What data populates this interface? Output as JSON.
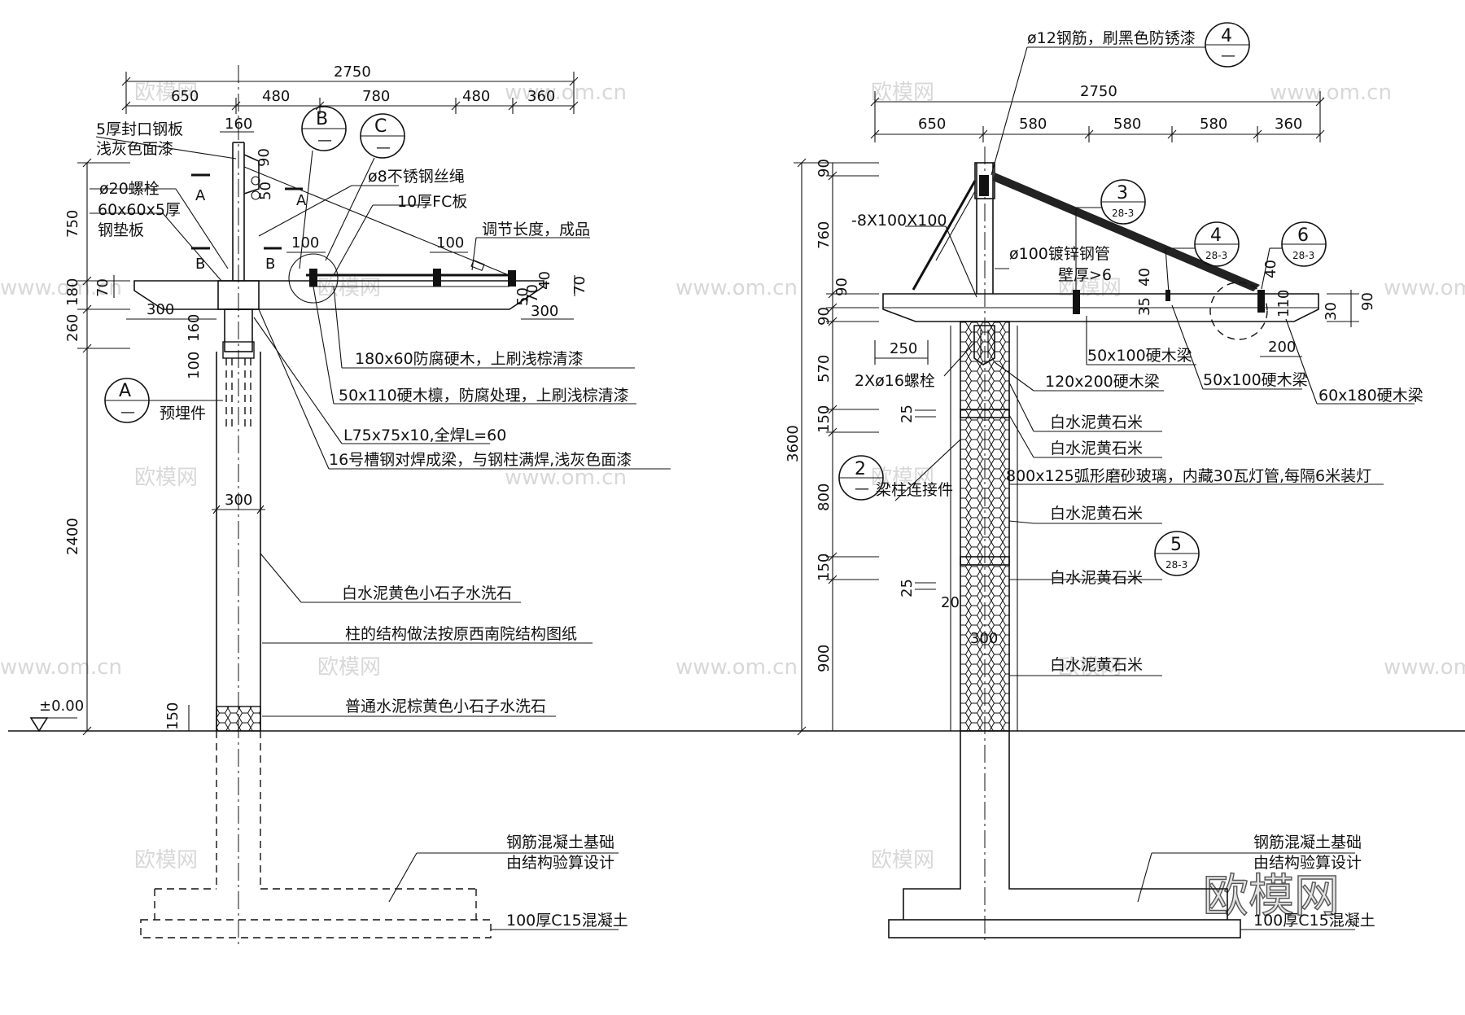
{
  "left_view": {
    "dims_top": [
      "2750",
      "650",
      "480",
      "780",
      "480",
      "360"
    ],
    "dims_small": [
      "160",
      "90",
      "50",
      "100",
      "100",
      "70",
      "180",
      "260",
      "300",
      "160",
      "100",
      "70",
      "40",
      "50",
      "300",
      "70",
      "300",
      "150"
    ],
    "dims_side": [
      "750",
      "2400"
    ],
    "section_marks": [
      "A",
      "A",
      "B",
      "B"
    ],
    "callouts": {
      "b_letter": "B",
      "b_sub": "—",
      "c_letter": "C",
      "c_sub": "—",
      "a_letter": "A",
      "a_sub": "—"
    },
    "labels": {
      "seal_plate": "5厚封口钢板",
      "grey_paint": "浅灰色面漆",
      "bolt": "ø20螺栓",
      "pad_plate_1": "60x60x5厚",
      "pad_plate_2": "钢垫板",
      "wire_rope": "ø8不锈钢丝绳",
      "fc_board": "10厚FC板",
      "adjust": "调节长度，成品",
      "embed": "预埋件",
      "wood_1": "180x60防腐硬木，上刷浅棕清漆",
      "wood_2": "50x110硬木檩，防腐处理，上刷浅棕清漆",
      "angle": "L75x75x10,全焊L=60",
      "channel": "16号槽钢对焊成梁，与钢柱满焊,浅灰色面漆",
      "stone_1": "白水泥黄色小石子水洗石",
      "column_note": "柱的结构做法按原西南院结构图纸",
      "stone_2": "普通水泥棕黄色小石子水洗石",
      "elevation": "±0.00",
      "found_1": "钢筋混凝土基础",
      "found_2": "由结构验算设计",
      "concrete": "100厚C15混凝土"
    }
  },
  "right_view": {
    "dims_top": [
      "2750",
      "650",
      "580",
      "580",
      "580",
      "360"
    ],
    "dims_side": [
      "90",
      "760",
      "90",
      "90",
      "570",
      "150",
      "800",
      "150",
      "900",
      "3600"
    ],
    "dims_small": [
      "40",
      "35",
      "40",
      "110",
      "30",
      "90",
      "250",
      "200",
      "25",
      "25",
      "20",
      "300"
    ],
    "callouts": {
      "c4_num": "4",
      "c4_sub": "—",
      "c3_num": "3",
      "c3_sub": "28-3",
      "c4b_num": "4",
      "c4b_sub": "28-3",
      "c6_num": "6",
      "c6_sub": "28-3",
      "c2_num": "2",
      "c2_sub": "—",
      "c5_num": "5",
      "c5_sub": "28-3"
    },
    "labels": {
      "rebar": "ø12钢筋，刷黑色防锈漆",
      "plate": "-8X100X100",
      "pipe_1": "ø100镀锌钢管",
      "pipe_2": "壁厚>6",
      "beam_50_a": "50x100硬木梁",
      "beam_50_b": "50x100硬木梁",
      "beam_60": "60x180硬木梁",
      "bolt": "2Xø16螺栓",
      "beam_120": "120x200硬木梁",
      "rice_1": "白水泥黄石米",
      "rice_2": "白水泥黄石米",
      "glass": "800x125弧形磨砂玻璃，内藏30瓦灯管,每隔6米装灯",
      "connector": "梁柱连接件",
      "rice_3": "白水泥黄石米",
      "rice_4": "白水泥黄石米",
      "rice_5": "白水泥黄石米",
      "found_1": "钢筋混凝土基础",
      "found_2": "由结构验算设计",
      "concrete": "100厚C15混凝土"
    }
  },
  "watermarks": {
    "site": "欧模网",
    "url": "www.om.cn",
    "logo": "欧模网"
  },
  "colors": {
    "ink": "#111111",
    "watermark": "#d8d8d8",
    "background": "#ffffff"
  }
}
